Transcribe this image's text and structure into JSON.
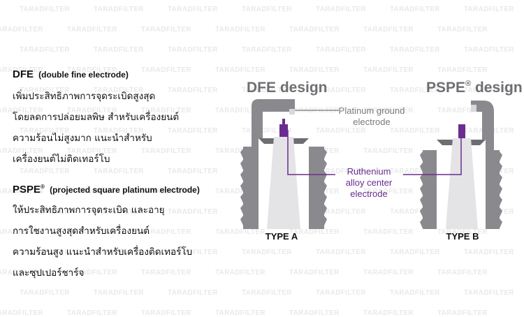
{
  "watermark": "TARADFILTER",
  "left_text": {
    "dfe": {
      "title": "DFE",
      "subtitle": "(double fine electrode)",
      "lines": [
        "เพิ่มประสิทธิภาพการจุดระเบิดสูงสุด",
        "โดยลดการปล่อยมลพิษ สำหรับเครื่องยนต์",
        "ความร้อนไม่สูงมาก แนะนำสำหรับ",
        "เครื่องยนต์ไม่ติดเทอร์โบ"
      ]
    },
    "pspe": {
      "title": "PSPE",
      "reg": "®",
      "subtitle": "(projected square platinum electrode)",
      "lines": [
        "ให้ประสิทธิภาพการจุดระเบิด และอายุ",
        "การใชงานสูงสุดสำหรับเครื่องยนต์",
        "ความร้อนสูง แนะนำสำหรับเครื่องติดเทอร์โบ",
        "และซุปเปอร์ชาร์จ"
      ]
    }
  },
  "diagram": {
    "left_title": "DFE design",
    "right_title_main": "PSPE",
    "right_title_reg": "®",
    "right_title_rest": " design",
    "ground_label_line1": "Platinum ground",
    "ground_label_line2": "electrode",
    "center_label_line1": "Ruthenium",
    "center_label_line2": "alloy center",
    "center_label_line3": "electrode",
    "type_a": "TYPE A",
    "type_b": "TYPE B",
    "colors": {
      "body": "#8a8a8e",
      "body_dark": "#6d6d72",
      "title": "#6f6f73",
      "label_gray": "#7a7a7e",
      "accent": "#6b2c8f",
      "insulator": "#e4e4e6"
    }
  }
}
